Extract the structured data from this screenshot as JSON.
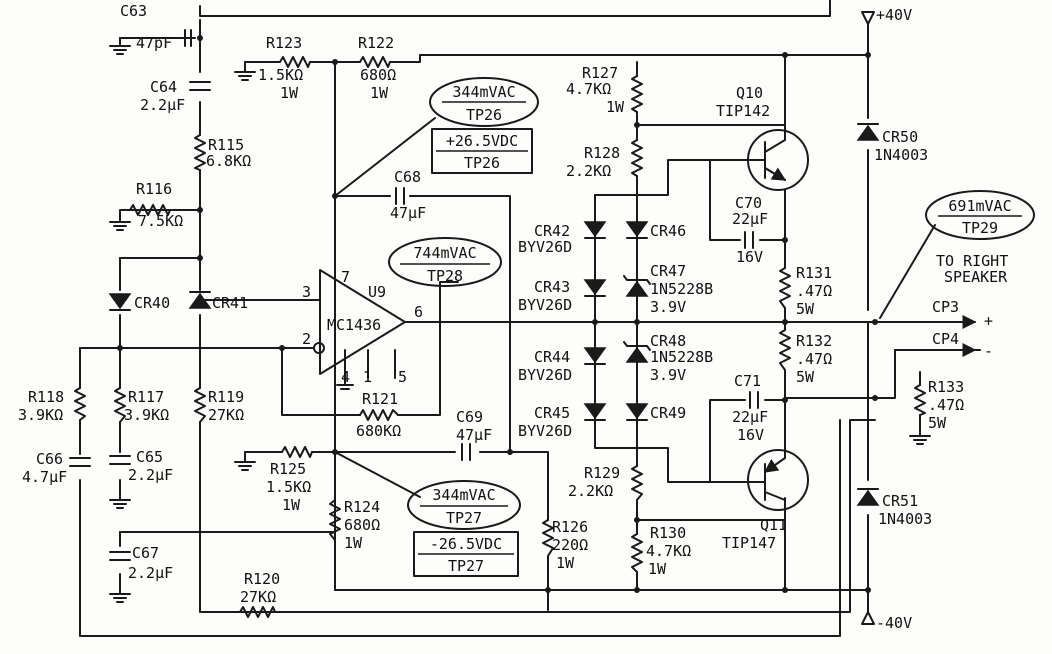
{
  "rails": {
    "pos": "+40V",
    "neg": "-40V"
  },
  "chip": {
    "ref": "U9",
    "part": "MC1436",
    "pins": {
      "p2": "2",
      "p3": "3",
      "p4": "4",
      "p1": "1",
      "p5": "5",
      "p6": "6",
      "p7": "7"
    }
  },
  "outputs": {
    "cp3": "CP3",
    "cp3_sign": "+",
    "cp4": "CP4",
    "cp4_sign": "-",
    "speaker": "TO RIGHT",
    "speaker2": "SPEAKER"
  },
  "testpoints": [
    {
      "line1": "344mVAC",
      "line2": "TP26"
    },
    {
      "line1": "+26.5VDC",
      "line2": "TP26"
    },
    {
      "line1": "744mVAC",
      "line2": "TP28"
    },
    {
      "line1": "691mVAC",
      "line2": "TP29"
    },
    {
      "line1": "344mVAC",
      "line2": "TP27"
    },
    {
      "line1": "-26.5VDC",
      "line2": "TP27"
    }
  ],
  "capacitors": [
    {
      "ref": "C63",
      "value": "47pF"
    },
    {
      "ref": "C64",
      "value": "2.2µF"
    },
    {
      "ref": "C68",
      "value": "47µF"
    },
    {
      "ref": "C70",
      "value": "22µF",
      "rating": "16V"
    },
    {
      "ref": "C71",
      "value": "22µF",
      "rating": "16V"
    },
    {
      "ref": "C69",
      "value": "47µF"
    },
    {
      "ref": "C66",
      "value": "4.7µF"
    },
    {
      "ref": "C65",
      "value": "2.2µF"
    },
    {
      "ref": "C67",
      "value": "2.2µF"
    }
  ],
  "resistors": [
    {
      "ref": "R123",
      "value": "1.5KΩ",
      "rating": "1W"
    },
    {
      "ref": "R122",
      "value": "680Ω",
      "rating": "1W"
    },
    {
      "ref": "R115",
      "value": "6.8KΩ"
    },
    {
      "ref": "R116",
      "value": "7.5KΩ"
    },
    {
      "ref": "R127",
      "value": "4.7KΩ",
      "rating": "1W"
    },
    {
      "ref": "R128",
      "value": "2.2KΩ"
    },
    {
      "ref": "R131",
      "value": ".47Ω",
      "rating": "5W"
    },
    {
      "ref": "R132",
      "value": ".47Ω",
      "rating": "5W"
    },
    {
      "ref": "R133",
      "value": ".47Ω",
      "rating": "5W"
    },
    {
      "ref": "R118",
      "value": "3.9KΩ"
    },
    {
      "ref": "R117",
      "value": "3.9KΩ"
    },
    {
      "ref": "R119",
      "value": "27KΩ"
    },
    {
      "ref": "R121",
      "value": "680KΩ"
    },
    {
      "ref": "R125",
      "value": "1.5KΩ",
      "rating": "1W"
    },
    {
      "ref": "R124",
      "value": "680Ω",
      "rating": "1W"
    },
    {
      "ref": "R126",
      "value": "220Ω",
      "rating": "1W"
    },
    {
      "ref": "R129",
      "value": "2.2KΩ"
    },
    {
      "ref": "R130",
      "value": "4.7KΩ",
      "rating": "1W"
    },
    {
      "ref": "R120",
      "value": "27KΩ"
    }
  ],
  "diodes": [
    {
      "ref": "CR50",
      "part": "1N4003"
    },
    {
      "ref": "CR51",
      "part": "1N4003"
    },
    {
      "ref": "CR42",
      "part": "BYV26D"
    },
    {
      "ref": "CR43",
      "part": "BYV26D"
    },
    {
      "ref": "CR44",
      "part": "BYV26D"
    },
    {
      "ref": "CR45",
      "part": "BYV26D"
    },
    {
      "ref": "CR46"
    },
    {
      "ref": "CR47",
      "part": "1N5228B",
      "rating": "3.9V"
    },
    {
      "ref": "CR48",
      "part": "1N5228B",
      "rating": "3.9V"
    },
    {
      "ref": "CR49"
    },
    {
      "ref": "CR40"
    },
    {
      "ref": "CR41"
    }
  ],
  "transistors": [
    {
      "ref": "Q10",
      "part": "TIP142"
    },
    {
      "ref": "Q11",
      "part": "TIP147"
    }
  ]
}
